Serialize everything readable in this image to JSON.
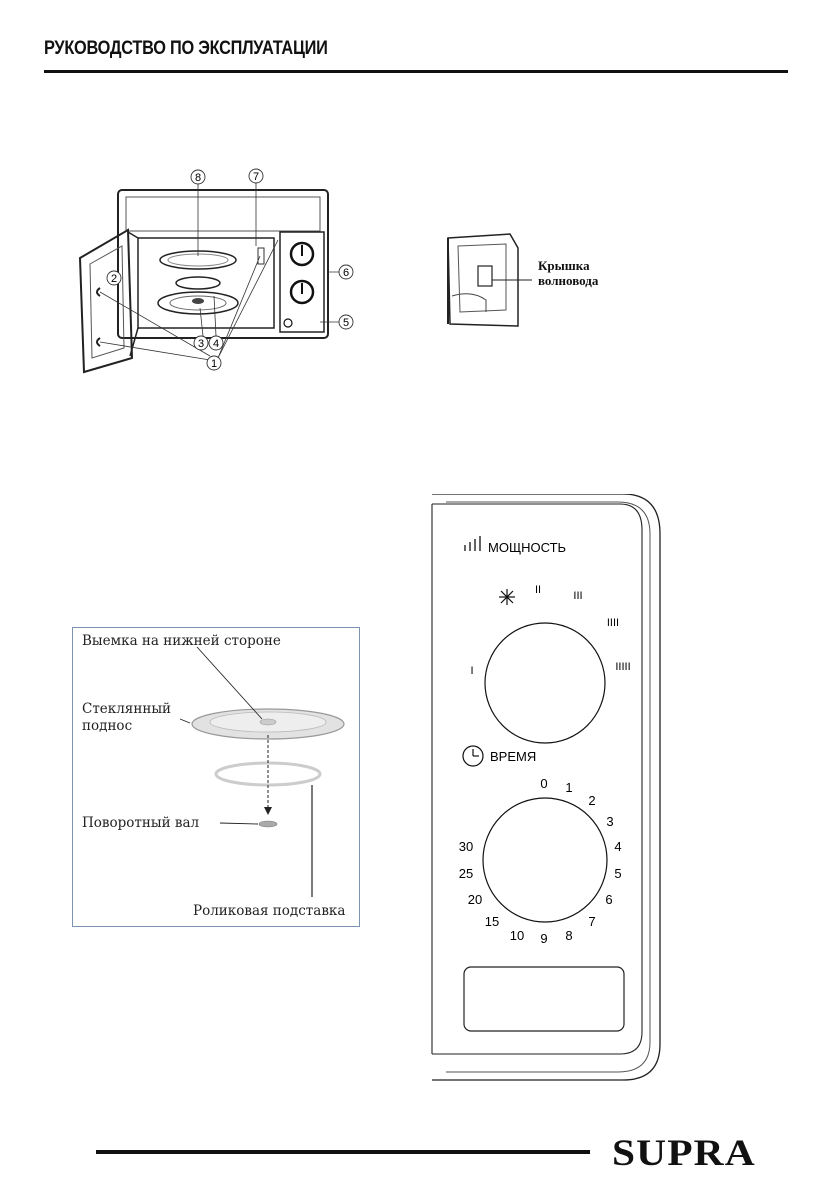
{
  "header": {
    "title": "РУКОВОДСТВО ПО ЭКСПЛУАТАЦИИ"
  },
  "oven_diagram": {
    "callouts": [
      "8",
      "7",
      "2",
      "6",
      "5",
      "3",
      "4",
      "1"
    ]
  },
  "waveguide": {
    "label_line1": "Крышка",
    "label_line2": "волновода"
  },
  "turntable": {
    "notch": "Выемка на нижней стороне",
    "glass_tray_line1": "Стеклянный",
    "glass_tray_line2": "поднос",
    "shaft": "Поворотный вал",
    "roller": "Роликовая подставка"
  },
  "control_panel": {
    "power_label": "МОЩНОСТЬ",
    "time_label": "ВРЕМЯ",
    "power_marks": [
      "I",
      "II",
      "III",
      "IIII",
      "IIIII"
    ],
    "time_marks": [
      "0",
      "1",
      "2",
      "3",
      "4",
      "5",
      "6",
      "7",
      "8",
      "9",
      "10",
      "15",
      "20",
      "25",
      "30"
    ]
  },
  "footer": {
    "brand": "SUPRA"
  }
}
